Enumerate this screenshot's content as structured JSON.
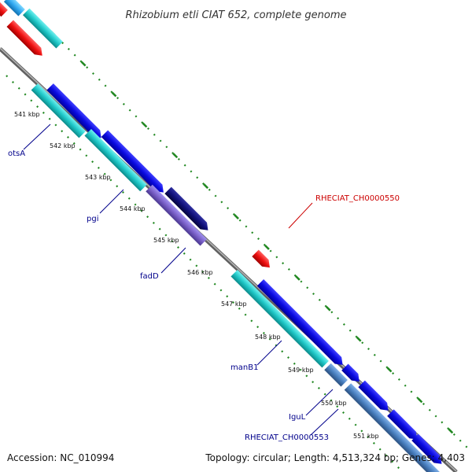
{
  "title": "Rhizobium etli CIAT 652, complete genome",
  "footer": {
    "accession": "Accession: NC_010994",
    "topology": "Topology: circular; Length: 4,513,324 bp; Genes: 4,403"
  },
  "kbp_ticks": [
    "541 kbp",
    "542 kbp",
    "543 kbp",
    "544 kbp",
    "545 kbp",
    "546 kbp",
    "547 kbp",
    "548 kbp",
    "549 kbp",
    "550 kbp",
    "551 kbp"
  ],
  "gene_labels": {
    "otsA": "otsA",
    "pgi": "pgi",
    "fadD": "fadD",
    "manB1": "manB1",
    "iguL": "IguL",
    "ch553": "RHECIAT_CH0000553",
    "ch550": "RHECIAT_CH0000550"
  },
  "colors": {
    "backbone": "#909090",
    "cds_forward": "#1010e0",
    "cds_cyan": "#20c8c8",
    "cds_dark": "#10107a",
    "cds_purple": "#7a60c8",
    "cds_steel": "#4a80c0",
    "cds_red": "#ee1010",
    "gene_label": "#00008b",
    "highlight_label": "#cc0000",
    "tick_green": "#228822"
  }
}
